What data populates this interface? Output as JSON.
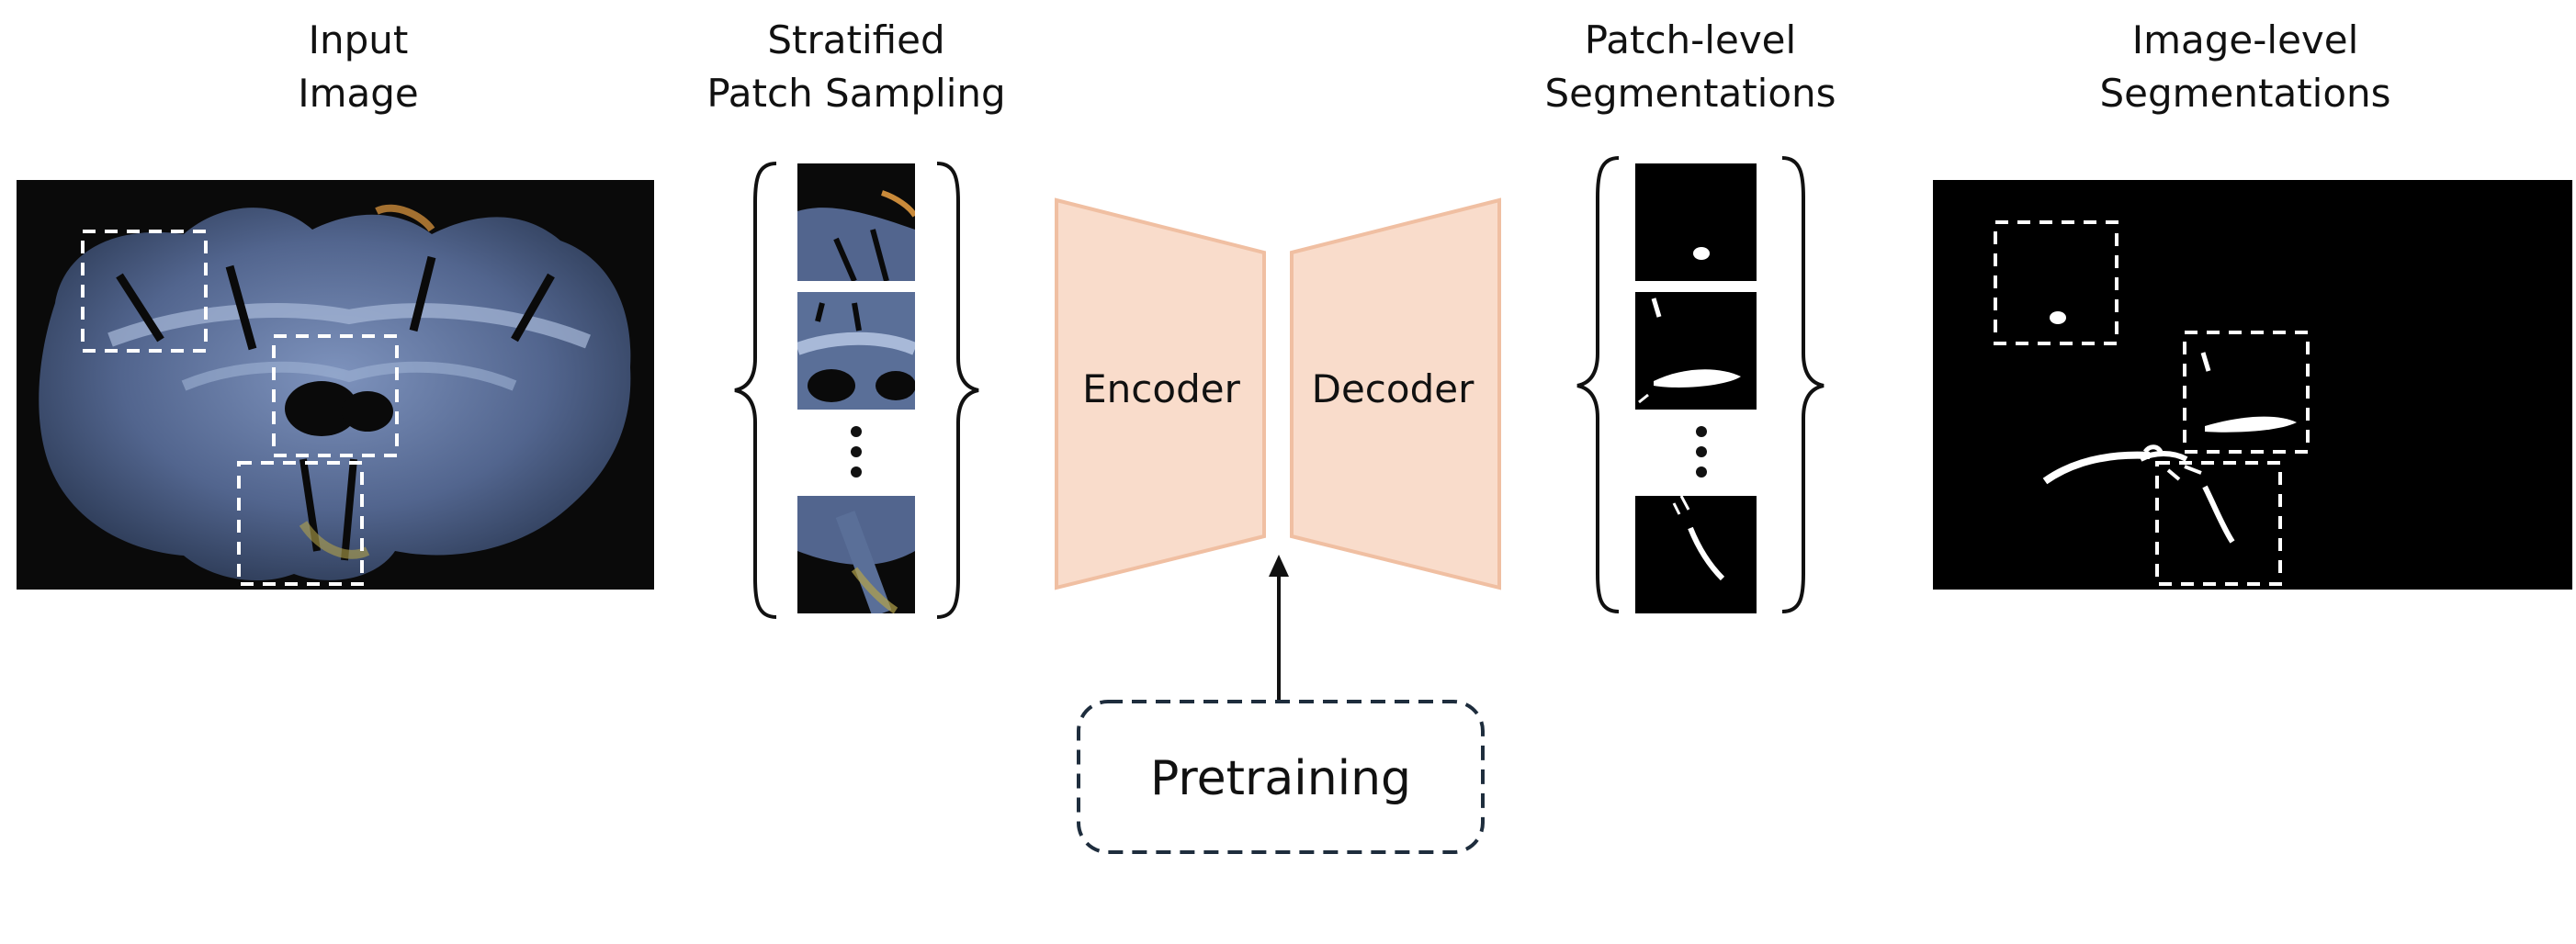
{
  "titles": {
    "input_line1": "Input",
    "input_line2": "Image",
    "patch_line1": "Stratified",
    "patch_line2": "Patch Sampling",
    "patchseg_line1": "Patch-level",
    "patchseg_line2": "Segmentations",
    "imgseg_line1": "Image-level",
    "imgseg_line2": "Segmentations"
  },
  "blocks": {
    "encoder": "Encoder",
    "decoder": "Decoder",
    "pretraining": "Pretraining"
  },
  "colors": {
    "block_fill": "#f9dccb",
    "block_stroke": "#f0bfa2",
    "pretraining_border": "#1e2d3d",
    "dashed_box": "#ffffff",
    "tissue": "#5a6f98",
    "background_image": "#0a0a0a"
  }
}
